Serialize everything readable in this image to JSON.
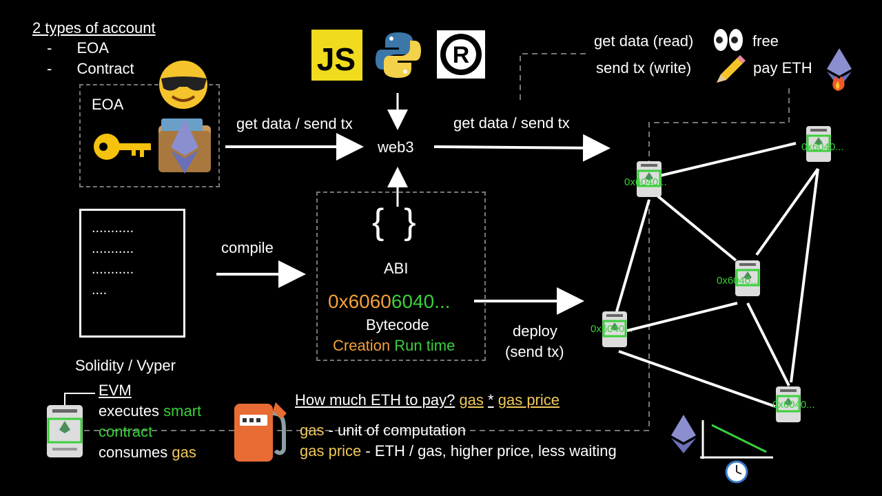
{
  "accounts": {
    "title": "2 types of account",
    "items": [
      {
        "bullet": "-",
        "label": "EOA"
      },
      {
        "bullet": "-",
        "label": "Contract"
      }
    ]
  },
  "eoa_box": {
    "label": "EOA"
  },
  "source_code": {
    "lines": [
      "...........",
      "...........",
      "...........",
      "...."
    ],
    "caption": "Solidity / Vyper"
  },
  "arrows": {
    "get_send_left": "get data / send tx",
    "get_send_right": "get data / send tx",
    "compile": "compile",
    "deploy_line1": "deploy",
    "deploy_line2": "(send tx)"
  },
  "web3": {
    "label": "web3",
    "languages": [
      "JS",
      "Python",
      "Rust"
    ]
  },
  "compiled": {
    "abi_symbol": "{  }",
    "abi_label": "ABI",
    "bytecode_part1": "0x6060",
    "bytecode_part2": "6040...",
    "bytecode_label": "Bytecode",
    "creation": "Creation",
    "runtime": "Run time"
  },
  "access": {
    "read": "get data (read)",
    "read_cost": "free",
    "write": "send tx (write)",
    "write_cost": "pay ETH"
  },
  "network": {
    "nodes": [
      "0x6040...",
      "0x6040...",
      "0x6040...",
      "0x6040...",
      "0x6040..."
    ]
  },
  "evm": {
    "title": "EVM",
    "line1_a": "executes ",
    "line1_b": "smart",
    "line2": "contract",
    "line3_a": "consumes ",
    "line3_b": "gas"
  },
  "gas": {
    "question": "How much ETH to pay?",
    "gas_word": "gas",
    "times": "*",
    "gas_price_word": "gas price",
    "def1_term": "gas",
    "def1_text": " - unit of computation",
    "def2_term": "gas price",
    "def2_text": " - ETH / gas, higher price, less waiting"
  },
  "colors": {
    "yellow": "#f0c85a",
    "orange": "#f2a13b",
    "green": "#3ad03a",
    "dashed": "#777777"
  }
}
